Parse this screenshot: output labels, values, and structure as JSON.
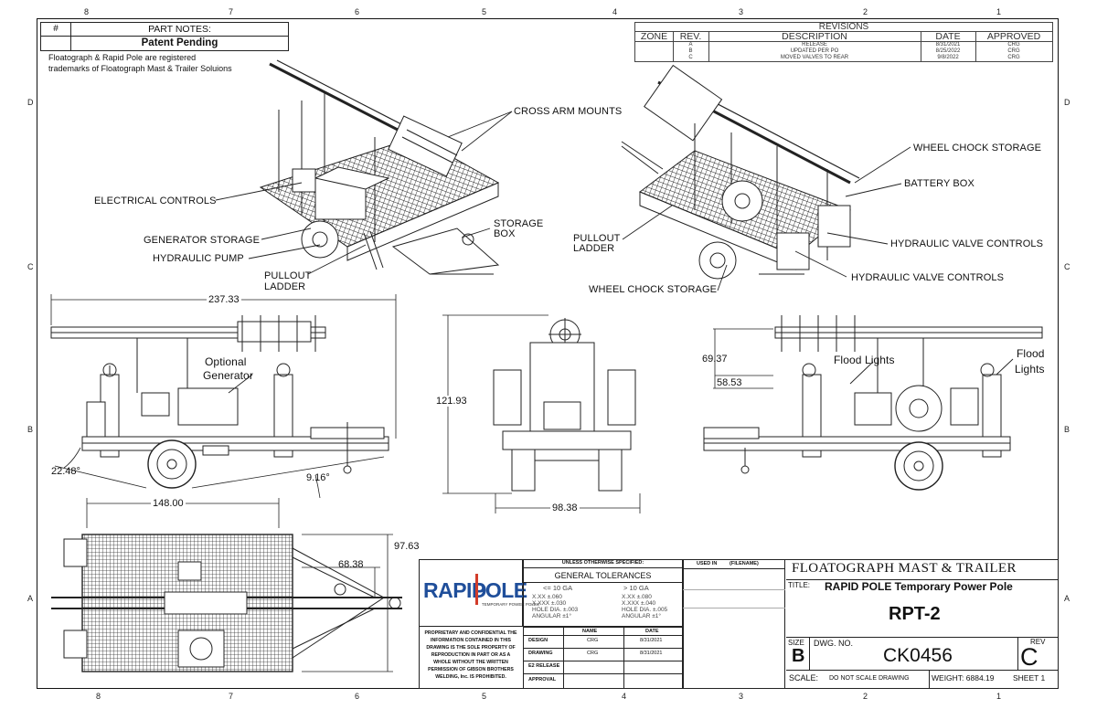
{
  "zones": {
    "top": [
      "8",
      "7",
      "6",
      "5",
      "4",
      "3",
      "2",
      "1"
    ],
    "bottom": [
      "8",
      "7",
      "6",
      "5",
      "4",
      "3",
      "2",
      "1"
    ],
    "left": [
      "D",
      "C",
      "B",
      "A"
    ],
    "right": [
      "D",
      "C",
      "B",
      "A"
    ]
  },
  "part_notes": {
    "hash": "#",
    "title": "PART NOTES:",
    "note": "Patent Pending"
  },
  "trademark": {
    "line1": "Floatograph & Rapid Pole are registered",
    "line2": "trademarks of Floatograph Mast & Trailer Soluions"
  },
  "revisions": {
    "title": "REVISIONS",
    "headers": [
      "ZONE",
      "REV.",
      "DESCRIPTION",
      "DATE",
      "APPROVED"
    ],
    "rows": [
      {
        "rev": "A",
        "description": "RELEASE",
        "date": "8/31/2021",
        "approved": "CRG"
      },
      {
        "rev": "B",
        "description": "UPDATED PER PO",
        "date": "8/25/2022",
        "approved": "CRG"
      },
      {
        "rev": "C",
        "description": "MOVED VALVES TO REAR",
        "date": "9/8/2022",
        "approved": "CRG"
      }
    ]
  },
  "callouts": {
    "cross_arm_mounts": "CROSS ARM MOUNTS",
    "electrical_controls": "ELECTRICAL CONTROLS",
    "generator_storage": "GENERATOR STORAGE",
    "hydraulic_pump": "HYDRAULIC PUMP",
    "pullout_ladder_1": "PULLOUT",
    "pullout_ladder_2": "LADDER",
    "storage_box_1": "STORAGE",
    "storage_box_2": "BOX",
    "wheel_chock_storage_top": "WHEEL CHOCK STORAGE",
    "battery_box": "BATTERY BOX",
    "hydraulic_valve_controls_1": "HYDRAULIC VALVE CONTROLS",
    "hydraulic_valve_controls_2": "HYDRAULIC VALVE CONTROLS",
    "pullout_ladder_r1": "PULLOUT",
    "pullout_ladder_r2": "LADDER",
    "wheel_chock_storage_bottom": "WHEEL CHOCK STORAGE",
    "optional_generator_1": "Optional",
    "optional_generator_2": "Generator",
    "flood_lights_1": "Flood Lights",
    "flood_lights_2a": "Flood",
    "flood_lights_2b": "Lights"
  },
  "dimensions": {
    "overall_length": "237.33",
    "approach_angle": "22.48°",
    "departure_angle": "9.16°",
    "height": "121.93",
    "width_end": "98.38",
    "mast_height_1": "69.37",
    "mast_height_2": "58.53",
    "top_length": "148.00",
    "top_width": "97.63",
    "tongue": "68.38"
  },
  "title_block": {
    "unless": "UNLESS OTHERWISE SPECIFIED:",
    "used_in": "USED IN",
    "filename": "(FILENAME)",
    "general_tolerances": "GENERAL TOLERANCES",
    "tol_left_head": "<= 10 GA",
    "tol_right_head": "> 10 GA",
    "tol_left": [
      "X.XX  ±.060",
      "X.XXX ±.030",
      "HOLE DIA. ±.003",
      "ANGULAR ±1°"
    ],
    "tol_right": [
      "X.XX  ±.080",
      "X.XXX ±.040",
      "HOLE DIA. ±.005",
      "ANGULAR ±1°"
    ],
    "proprietary": "PROPRIETARY AND CONFIDENTIAL THE INFORMATION CONTAINED IN THIS DRAWING IS THE SOLE PROPERTY OF REPRODUCTION IN PART OR AS A WHOLE WITHOUT THE WRITTEN PERMISSION OF GIBSON BROTHERS WELDING, Inc. IS PROHIBITED.",
    "name_header": "NAME",
    "date_header": "DATE",
    "rows": [
      {
        "label": "DESIGN",
        "name": "CRG",
        "date": "8/31/2021"
      },
      {
        "label": "DRAWING",
        "name": "CRG",
        "date": "8/31/2021"
      },
      {
        "label": "E2 RELEASE",
        "name": "",
        "date": ""
      },
      {
        "label": "APPROVAL",
        "name": "",
        "date": ""
      }
    ],
    "company": "FLOATOGRAPH MAST & TRAILER",
    "title_label": "TITLE:",
    "title_value": "RAPID POLE  Temporary Power Pole",
    "model": "RPT-2",
    "size_label": "SIZE",
    "size_value": "B",
    "dwg_label": "DWG.  NO.",
    "dwg_value": "CK0456",
    "rev_label": "REV",
    "rev_value": "C",
    "scale_label": "SCALE:",
    "scale_value": "DO NOT SCALE DRAWING",
    "weight": "WEIGHT: 6884.19",
    "sheet": "SHEET 1",
    "logo_rapid": "RAPID",
    "logo_pole": "POLE",
    "logo_tagline": "TEMPORARY POWER POLES"
  }
}
